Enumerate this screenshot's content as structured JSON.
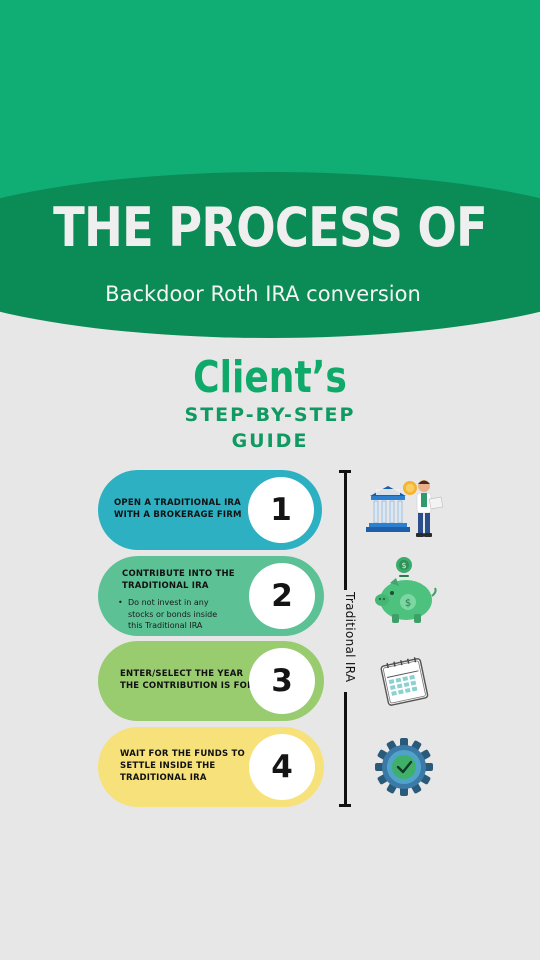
{
  "header": {
    "title": "THE PROCESS OF",
    "subtitle": "Backdoor Roth IRA conversion"
  },
  "guide": {
    "client": "Client’s",
    "line1": "STEP-BY-STEP",
    "line2": "GUIDE"
  },
  "steps": [
    {
      "number": "1",
      "lines": [
        "OPEN A TRADITIONAL IRA",
        "WITH A BROKERAGE FIRM"
      ],
      "icon": "bank-person-icon",
      "color": "#2cb0c2"
    },
    {
      "number": "2",
      "lines": [
        "CONTRIBUTE INTO THE",
        "TRADITIONAL IRA"
      ],
      "bullet": [
        "Do not invest in any",
        "stocks or bonds inside",
        "this Traditional IRA"
      ],
      "icon": "piggy-bank-icon",
      "color": "#5cc296"
    },
    {
      "number": "3",
      "lines": [
        "ENTER/SELECT THE YEAR",
        "THE CONTRIBUTION IS FOR"
      ],
      "icon": "calendar-icon",
      "color": "#99cb6f"
    },
    {
      "number": "4",
      "lines": [
        "WAIT FOR THE FUNDS TO",
        "SETTLE INSIDE THE",
        "TRADITIONAL IRA"
      ],
      "icon": "gear-check-icon",
      "color": "#f7e17a"
    }
  ],
  "bracket": {
    "label": "Traditional IRA"
  },
  "colors": {
    "header_green": "#10ad75",
    "ellipse_green": "#0b8c56",
    "accent_green": "#0fa96a",
    "background": "#e7e7e7"
  }
}
